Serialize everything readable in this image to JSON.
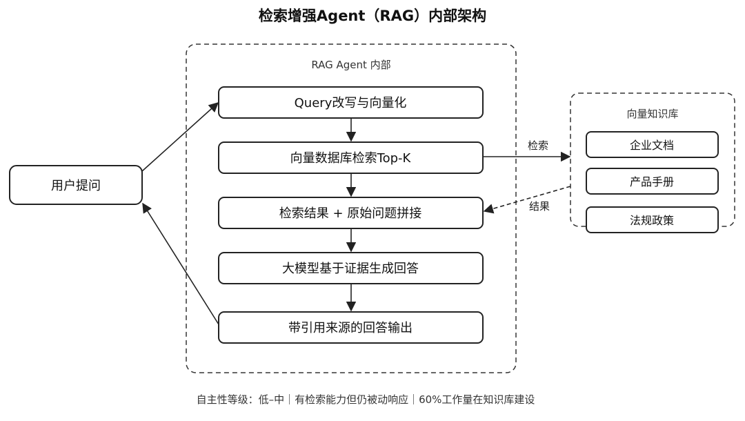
{
  "title": "检索增强Agent（RAG）内部架构",
  "agent_group": {
    "label": "RAG Agent 内部",
    "steps": [
      "Query改写与向量化",
      "向量数据库检索Top-K",
      "检索结果 + 原始问题拼接",
      "大模型基于证据生成回答",
      "带引用来源的回答输出"
    ]
  },
  "user_node": "用户提问",
  "knowledge_base": {
    "label": "向量知识库",
    "items": [
      "企业文档",
      "产品手册",
      "法规政策"
    ]
  },
  "edges": {
    "retrieve_label": "检索",
    "result_label": "结果"
  },
  "footer": "自主性等级：低–中｜有检索能力但仍被动响应｜60%工作量在知识库建设"
}
